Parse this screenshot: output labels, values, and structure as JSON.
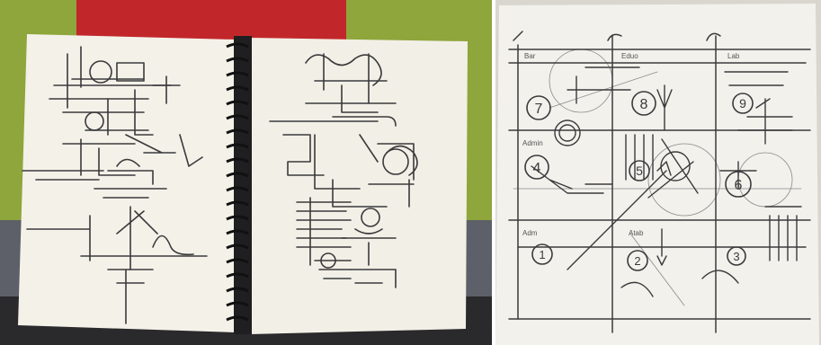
{
  "left_photo": {
    "description_colors": {
      "background_green": "#8fa83c",
      "background_red": "#c0282a",
      "paper": "#f4f1e9",
      "binding": "#1f1f21",
      "pencil": "#3a3a3c"
    }
  },
  "right_photo": {
    "room_labels": [
      "Bar",
      "Eduo",
      "Lab",
      "Admin",
      "Adm",
      "Atab"
    ],
    "room_numbers": [
      "7",
      "8",
      "9",
      "4",
      "5",
      "6",
      "1",
      "2",
      "3"
    ],
    "colors": {
      "paper": "#f3f1ec",
      "pencil": "#454545"
    }
  }
}
